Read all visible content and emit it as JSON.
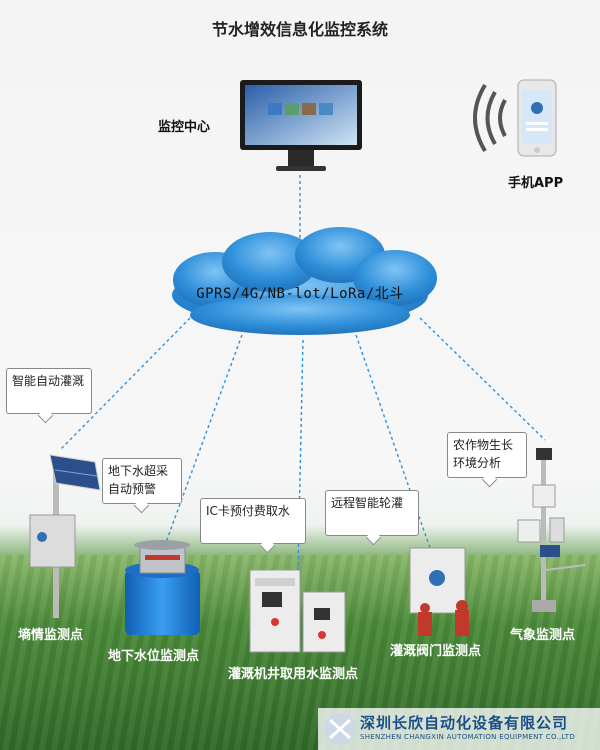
{
  "title": "节水增效信息化监控系统",
  "network_label": "GPRS/4G/NB-lot/LoRa/北斗",
  "monitor_center": "监控中心",
  "mobile_app": "手机APP",
  "bubbles": {
    "auto_irrigation": "智能自动灌溉",
    "groundwater_alert_line1": "地下水超采",
    "groundwater_alert_line2": "自动预警",
    "ic_card": "IC卡预付费取水",
    "rotation": "远程智能轮灌",
    "crop_line1": "农作物生长",
    "crop_line2": "环境分析"
  },
  "stations": {
    "soil": "墒情监测点",
    "groundwater": "地下水位监测点",
    "well": "灌溉机井取用水监测点",
    "valve": "灌溉阀门监测点",
    "weather": "气象监测点"
  },
  "company": {
    "name_cn": "深圳长欣自动化设备有限公司",
    "name_en": "SHENZHEN CHANGXIN AUTOMATION EQUIPMENT CO.,LTD"
  },
  "colors": {
    "cloud": "#2f8fd9",
    "link_line": "#2f8fd9",
    "brand": "#1a4f8a"
  }
}
